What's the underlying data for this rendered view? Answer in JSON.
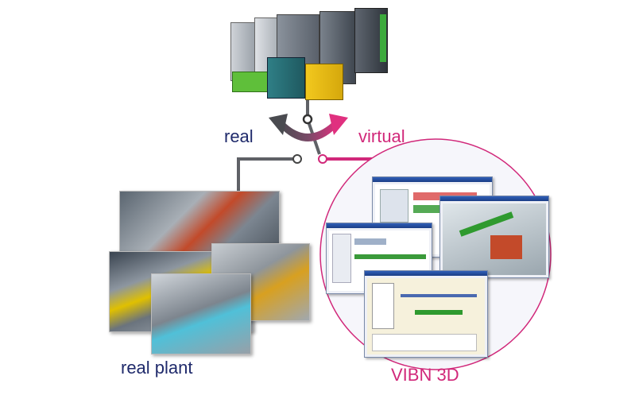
{
  "labels": {
    "real": "real",
    "virtual": "virtual",
    "real_plant": "real plant",
    "vibn": "VIBN 3D"
  },
  "colors": {
    "real": "#1f2a6b",
    "virtual": "#d1287a",
    "arrow_gray": "#55575c",
    "line_gray": "#5f6166"
  },
  "icons": [
    "plc-hardware",
    "switch-arrow",
    "factory-photo",
    "software-window"
  ]
}
